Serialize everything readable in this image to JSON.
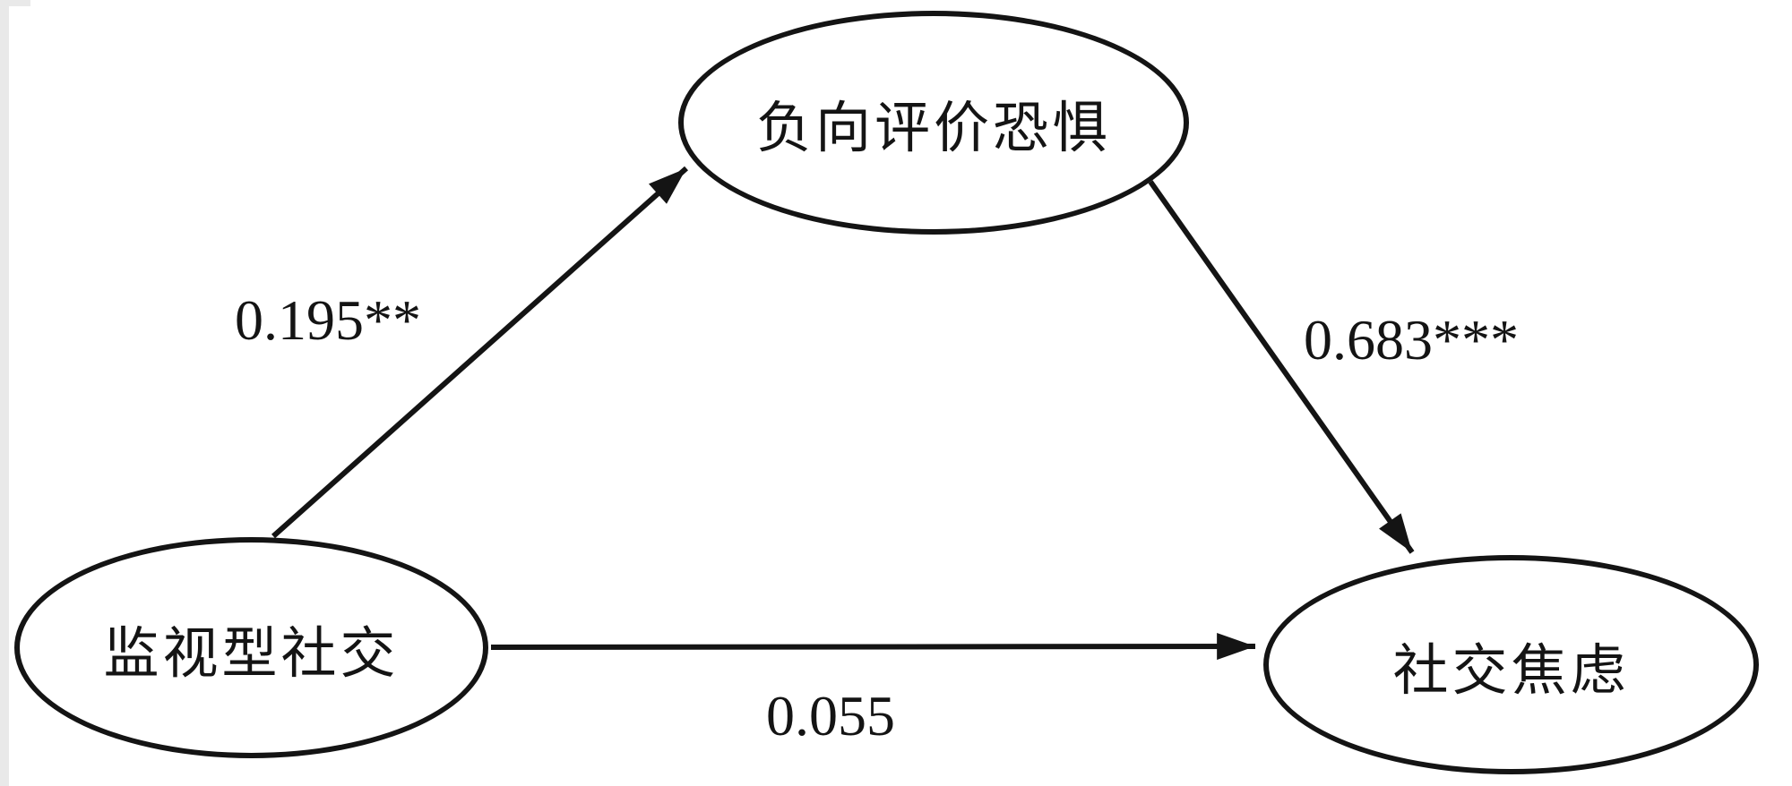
{
  "diagram": {
    "type": "mediation-path-model",
    "nodes": {
      "predictor": {
        "label": "监视型社交"
      },
      "mediator": {
        "label": "负向评价恐惧"
      },
      "outcome": {
        "label": "社交焦虑"
      }
    },
    "edges": [
      {
        "id": "a",
        "from": "predictor",
        "to": "mediator",
        "coefficient": "0.195**"
      },
      {
        "id": "b",
        "from": "mediator",
        "to": "outcome",
        "coefficient": "0.683***"
      },
      {
        "id": "c",
        "from": "predictor",
        "to": "outcome",
        "coefficient": "0.055"
      }
    ],
    "colors": {
      "ink": "#141414",
      "background": "#ffffff"
    }
  }
}
